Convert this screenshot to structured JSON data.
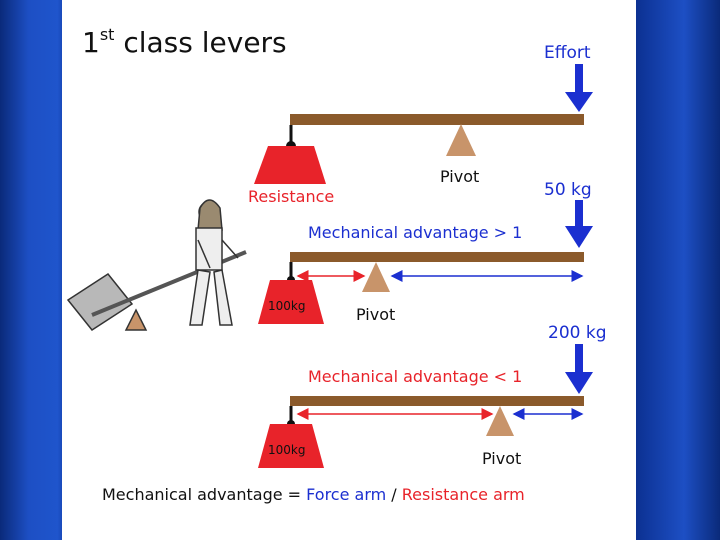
{
  "title": {
    "main": "1",
    "sup": "st",
    "rest": " class levers"
  },
  "diagram1": {
    "effort_label": "Effort",
    "resistance_label": "Resistance",
    "pivot_label": "Pivot"
  },
  "diagram2": {
    "load_weight": "50 kg",
    "ma_label": "Mechanical advantage > 1",
    "box_label": "100kg",
    "pivot_label": "Pivot"
  },
  "diagram3": {
    "load_weight": "200 kg",
    "ma_label": "Mechanical advantage < 1",
    "box_label": "100kg",
    "pivot_label": "Pivot"
  },
  "formula": {
    "prefix": "Mechanical advantage = ",
    "force_arm": "Force arm",
    "sep": " / ",
    "resistance_arm": "Resistance arm"
  },
  "colors": {
    "navy": "#1a1a7a",
    "red": "#e8232a",
    "blue": "#1b2fd0",
    "beam": "#8b5a2b",
    "pivot": "#c8946a"
  }
}
